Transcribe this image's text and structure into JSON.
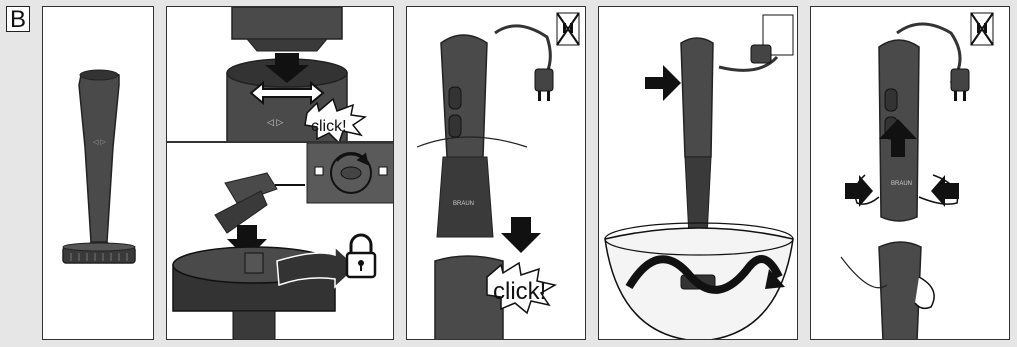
{
  "step_label": "B",
  "click_label_small": "click!",
  "click_label_large": "click!",
  "colors": {
    "device": "#4a4a4a",
    "device_dark": "#2f2f2f",
    "outline": "#222222",
    "panel_bg": "#ffffff",
    "page_bg": "#e6e6e6"
  },
  "icons": [
    "arrow-icon",
    "lock-icon",
    "rotate-icon",
    "no-plug-icon",
    "plug-icon"
  ]
}
